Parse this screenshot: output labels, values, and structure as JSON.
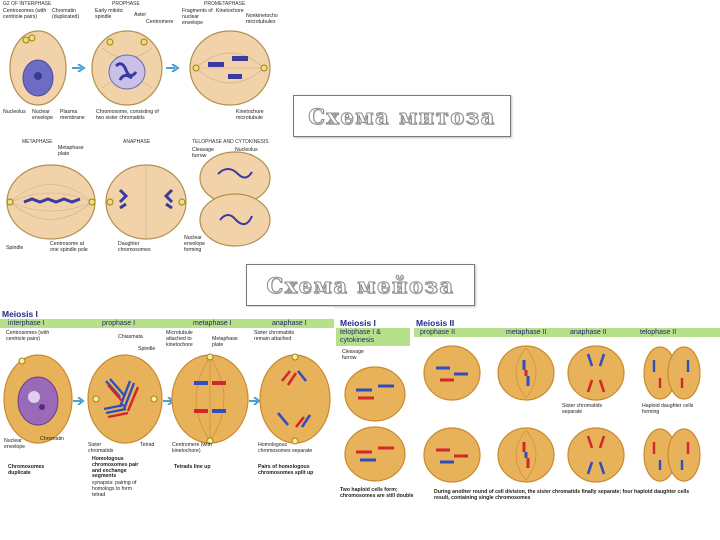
{
  "mitosis_title": "Схема митоза",
  "meiosis_title": "Схема мейоза",
  "mitosis": {
    "stage_headers": [
      "G2 OF INTERPHASE",
      "PROPHASE",
      "PROMETAPHASE",
      "METAPHASE",
      "ANAPHASE",
      "TELOPHASE AND CYTOKINESIS"
    ],
    "labels": {
      "centrosomes": "Centrosomes (with centriole pairs)",
      "chromatin": "Chromatin (duplicated)",
      "early_spindle": "Early mitotic spindle",
      "aster": "Aster",
      "centromere": "Centromere",
      "fragments": "Fragments of nuclear envelope",
      "kinetochore": "Kinetochore",
      "nonkinetochore": "Nonkinetochore microtubules",
      "nucleolus": "Nucleolus",
      "nuclear_envelope": "Nuclear envelope",
      "plasma_membrane": "Plasma membrane",
      "chromosome": "Chromosome, consisting of two sister chromatids",
      "kinetochore_mt": "Kinetochore microtubule",
      "metaphase_plate": "Metaphase plate",
      "cleavage_furrow": "Cleavage furrow",
      "nucleolus_forming": "Nucleolus forming",
      "spindle": "Spindle",
      "centrosome_pole": "Centrosome at one spindle pole",
      "daughter_chromosomes": "Daughter chromosomes",
      "nuclear_envelope_forming": "Nuclear envelope forming"
    }
  },
  "meiosis": {
    "meiosis1_label": "Meiosis I",
    "meiosis2_label": "Meiosis II",
    "bar1": [
      "interphase I",
      "prophase I",
      "metaphase I",
      "anaphase I"
    ],
    "telophase1": "telophase I & cytokinesis",
    "bar2": [
      "prophase II",
      "metaphase II",
      "anaphase II",
      "telophase II"
    ],
    "labels": {
      "centrosomes": "Centrosomes (with centriole pairs)",
      "chiasmata": "Chiasmata",
      "spindle": "Spindle",
      "microtubule": "Microtubule attached to kinetochore",
      "metaphase_plate": "Metaphase plate",
      "sister_attached": "Sister chromatids remain attached",
      "cleavage_furrow": "Cleavage furrow",
      "nuclear_envelope": "Nuclear envelope",
      "chromatin": "Chromatin",
      "sister_chromatids": "Sister chromatids",
      "tetrad": "Tetrad",
      "centromere": "Centromere (with kinetochore)",
      "homologous_separate": "Homologous chromosomes separate",
      "sister_separate": "Sister chromatids separate",
      "haploid_forming": "Haploid daughter cells forming",
      "chromosomes_duplicate": "Chromosomes duplicate",
      "homologous_pair": "Homologous chromosomes pair and exchange segments",
      "synapsis": "synapsis: pairing of homologs to form tetrad",
      "tetrads_line_up": "Tetrads line up",
      "pairs_split": "Pairs of homologous chromosomes split up",
      "two_haploid": "Two haploid cells form; chromosomes are still double",
      "conclusion": "During another round of cell division, the sister chromatids finally separate; four haploid daughter cells result, containing single chromosomes"
    }
  },
  "colors": {
    "cell_fill": "#e8b25a",
    "cell_edge": "#c98a2e",
    "mitosis_cell": "#f2d2a8",
    "chromosome_blue": "#2f4fc0",
    "chromosome_red": "#d0282c",
    "chromatin_purple": "#7a3fa0",
    "bar_green": "#b6e08a",
    "label_navy": "#1e2a8c"
  }
}
